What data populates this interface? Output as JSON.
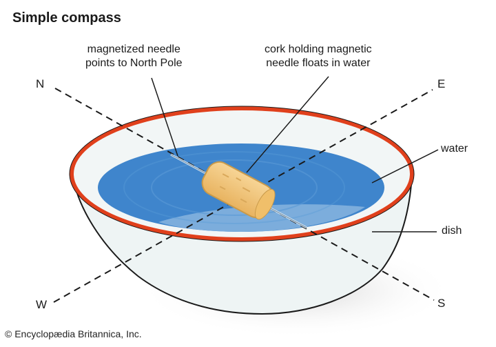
{
  "title": "Simple compass",
  "labels": {
    "needle": [
      "magnetized needle",
      "points to North Pole"
    ],
    "cork": [
      "cork holding magnetic",
      "needle floats in water"
    ],
    "water": "water",
    "dish": "dish"
  },
  "directions": {
    "north": "N",
    "east": "E",
    "south": "S",
    "west": "W"
  },
  "credit": "© Encyclopædia Britannica, Inc.",
  "colors": {
    "rim": "#e0401c",
    "water": "#3f85cc",
    "water_light": "#8cb6e0",
    "dish": "#eef4f4",
    "cork": "#f2c77a",
    "line": "#1a1a1a"
  }
}
